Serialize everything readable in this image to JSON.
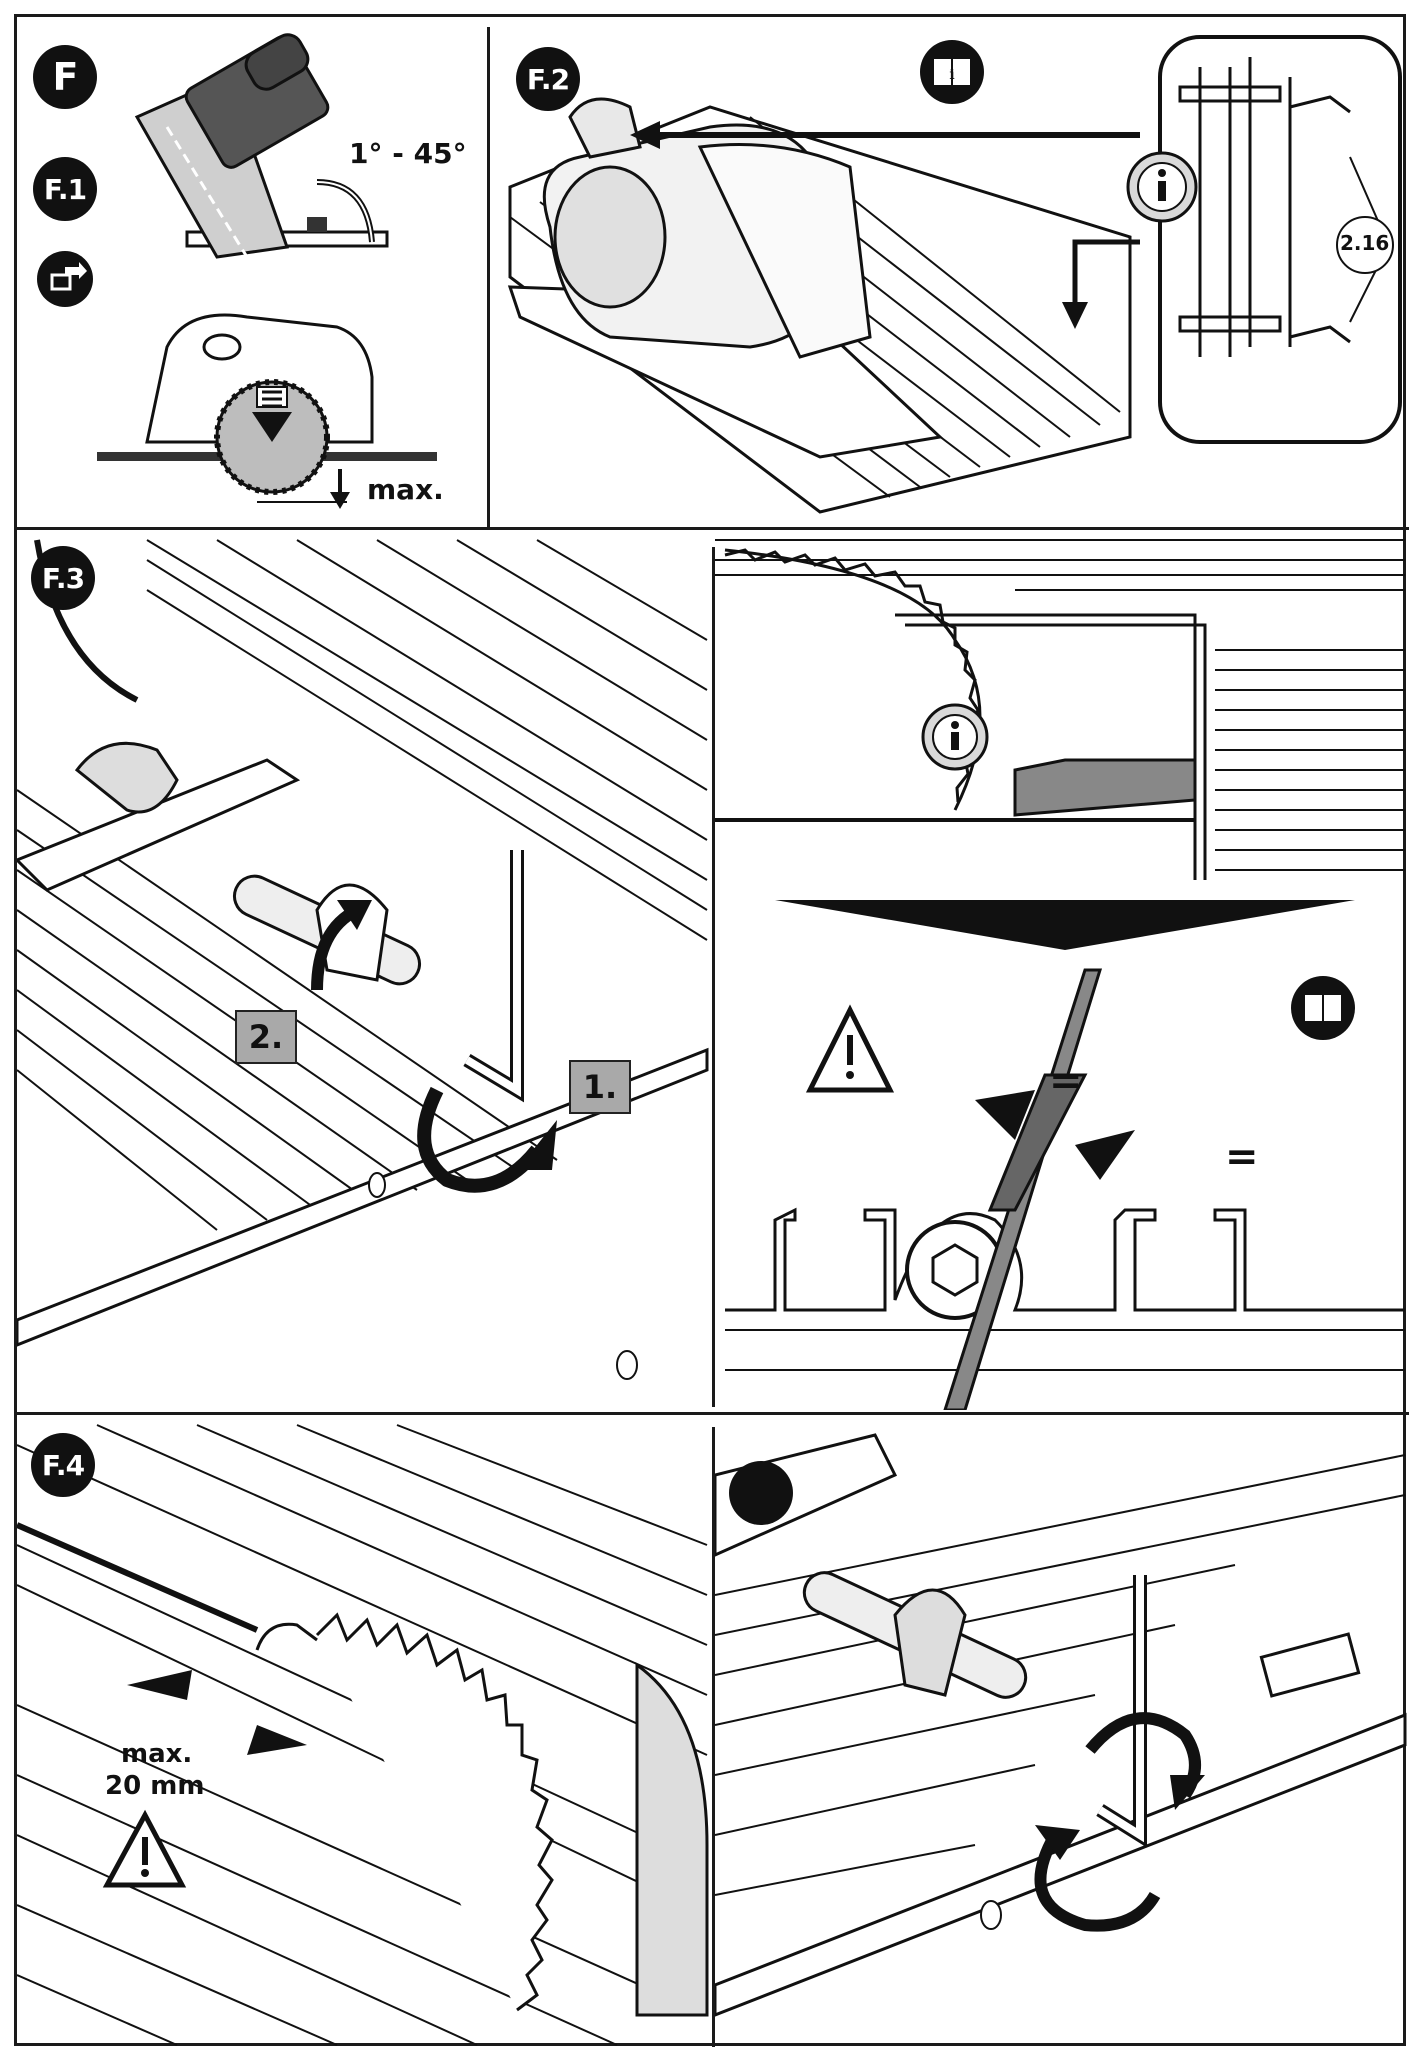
{
  "panels": {
    "f": {
      "badge_main": "F",
      "badge_sub": "F.1",
      "angle_label": "1° - 45°",
      "max_label": "max."
    },
    "f2": {
      "badge": "F.2",
      "callout_ref": "2.16"
    },
    "f3": {
      "badge": "F.3",
      "step1": "1.",
      "step2": "2."
    },
    "f3_right": {
      "equal_left": "=",
      "equal_right": "="
    },
    "f4": {
      "badge": "F.4",
      "max_line1": "max.",
      "max_line2": "20 mm"
    }
  },
  "icons": [
    "manual-book-icon",
    "info-icon",
    "warning-triangle-icon",
    "socket-adapter-icon",
    "rotate-arrow-icon"
  ],
  "colors": {
    "ink": "#111111",
    "grey": "#a9a9a9",
    "paper": "#ffffff"
  }
}
